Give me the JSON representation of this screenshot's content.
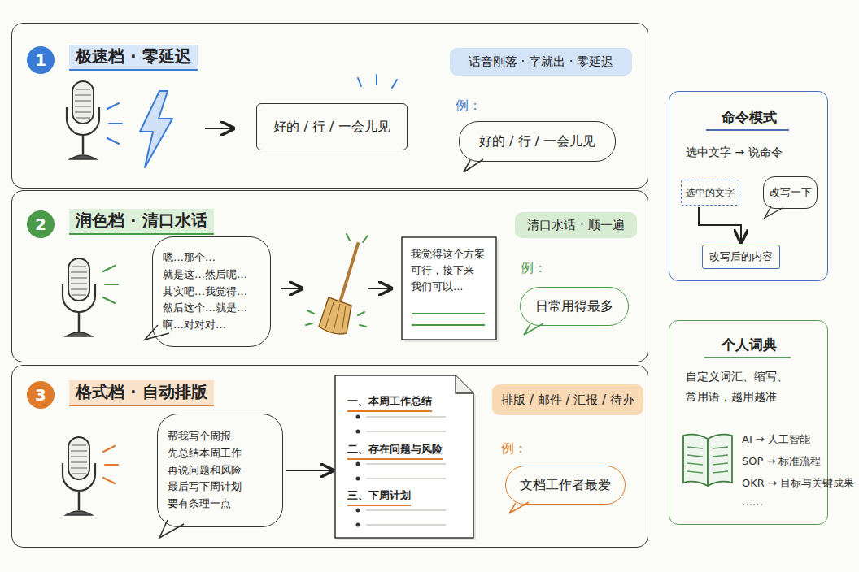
{
  "diagram": {
    "nodes": [
      {
        "text": [
          "极速档 · 零延迟"
        ]
      },
      {
        "text": [
          "1"
        ],
        "in": 0
      },
      {
        "text": [
          "好的 / 行 / 一会儿见"
        ],
        "in": 0
      },
      {
        "text": [
          "话音刚落 · 字就出 · 零延迟"
        ],
        "in": 0
      },
      {
        "text": [
          "好的 / 行 / 一会儿见"
        ],
        "in": 0
      },
      {
        "text": [
          "润色档 · 清口水话"
        ]
      },
      {
        "text": [
          "2"
        ],
        "in": 5
      },
      {
        "text": [
          "嗯…那个… 就是这…然后呢… 其实吧…我觉得… 然后这个…就是… 啊…对对对…"
        ],
        "in": 5
      },
      {
        "text": [
          "我觉得这个方案 可行，接下来 我们可以…"
        ],
        "in": 5
      },
      {
        "text": [
          "清口水话 · 顺一遍"
        ],
        "in": 5
      },
      {
        "text": [
          "日常用得最多"
        ],
        "in": 5
      },
      {
        "text": [
          "格式档 · 自动排版"
        ]
      },
      {
        "text": [
          "3"
        ],
        "in": 11
      },
      {
        "text": [
          "帮我写个周报 先总结本周工作 再说问题和风险 最后写下周计划 要有条理一点"
        ],
        "in": 11
      },
      {
        "text": [
          "一、本周工作总结",
          "二、存在问题与风险",
          "三、下周计划"
        ],
        "in": 11
      },
      {
        "text": [
          "排版 / 邮件 / 汇报 / 待办"
        ],
        "in": 11
      },
      {
        "text": [
          "文档工作者最爱"
        ],
        "in": 11
      },
      {
        "text": [
          "命令模式",
          "选中文字 → 说命令"
        ]
      },
      {
        "text": [
          "选中的文字"
        ],
        "in": 17
      },
      {
        "text": [
          "改写一下"
        ],
        "in": 17
      },
      {
        "text": [
          "改写后的内容"
        ],
        "in": 17
      },
      {
        "text": [
          "个人词典",
          "自定义词汇、缩写、 常用语，越用越准"
        ]
      }
    ],
    "edges": [
      {
        "from": 13,
        "to": 14,
        "arrow": "to"
      },
      {
        "from": 18,
        "to": 20,
        "arrow": "to"
      }
    ],
    "labels": [
      "例：",
      "例：",
      "例：",
      "AI → 人工智能",
      "SOP → 标准流程",
      "OKR → 目标与关键成果",
      "……"
    ]
  }
}
